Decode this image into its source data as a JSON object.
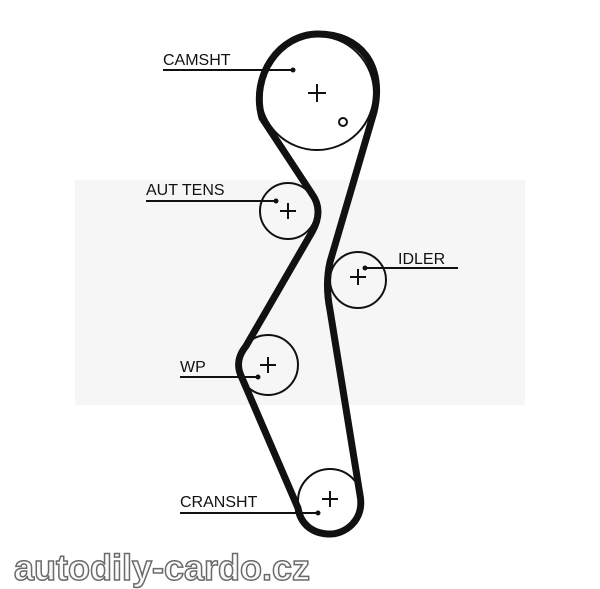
{
  "labels": {
    "camshaft": "CAMSHT",
    "tensioner": "AUT TENS",
    "idler": "IDLER",
    "water_pump": "WP",
    "crankshaft": "CRANSHT"
  },
  "watermark": "autodily-cardo.cz"
}
